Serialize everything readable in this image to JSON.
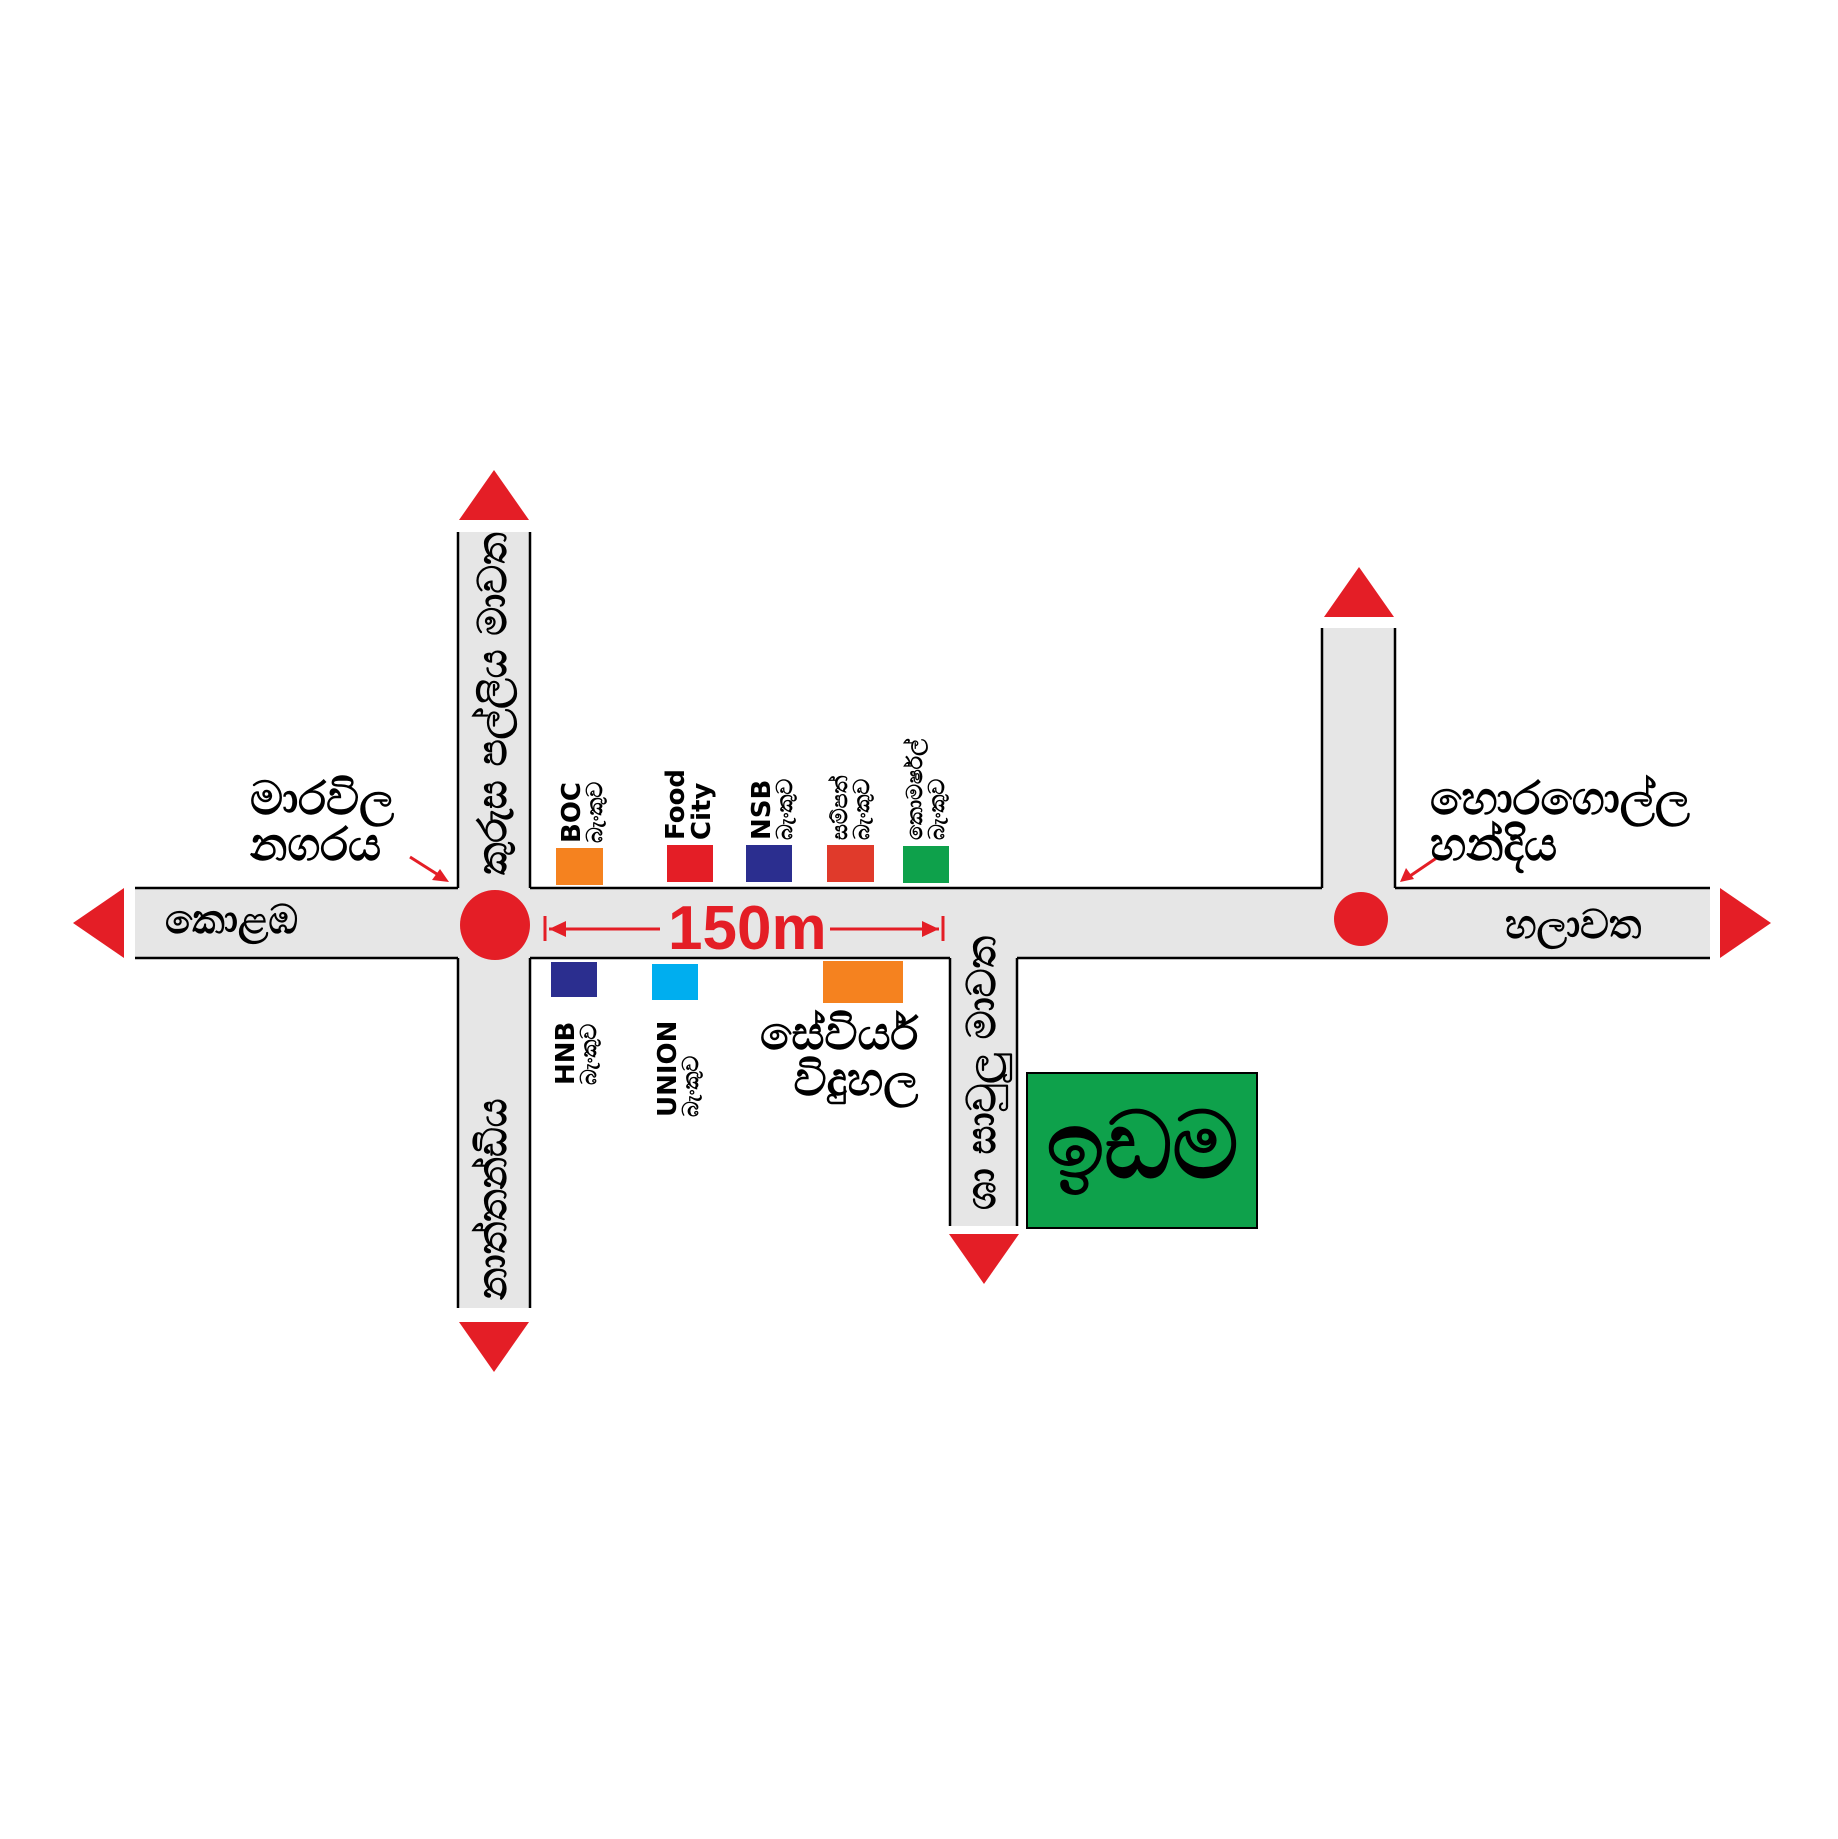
{
  "colors": {
    "road": "#e6e6e6",
    "road_edge": "#000000",
    "arrow": "#e41e26",
    "junction": "#e41e26",
    "site": "#0ea14b",
    "orange": "#f5821f",
    "red": "#e41e26",
    "navy": "#2b2e8f",
    "brick": "#e03a2b",
    "green": "#0ea14b",
    "sky": "#00aeef"
  },
  "roads": {
    "west": "කොළඹ",
    "east": "හලාවත",
    "north": "කුරුස පල්ලිය මාවත",
    "south": "නාත්තන්ඩිය",
    "side": "ශා සාවුලු මාවත"
  },
  "places": {
    "marawila": [
      "මාරවිල",
      "නගරය"
    ],
    "horagolla": [
      "හොරගොල්ල",
      "හන්දිය"
    ],
    "school": [
      "සේවියර්",
      "විදුහල"
    ]
  },
  "banks_north": [
    {
      "name": "BOC",
      "sub": "බැංකුව",
      "color": "orange"
    },
    {
      "name": "Food",
      "sub": "City",
      "color": "red"
    },
    {
      "name": "NSB",
      "sub": "බැංකුව",
      "color": "navy"
    },
    {
      "name": "සම්පත්",
      "sub": "බැංකුව",
      "color": "brick"
    },
    {
      "name": "කොමර්ෂල්",
      "sub": "බැංකුව",
      "color": "green"
    }
  ],
  "banks_south": [
    {
      "name": "HNB",
      "sub": "බැංකුව",
      "color": "navy"
    },
    {
      "name": "UNION",
      "sub": "බැංකුව",
      "color": "sky"
    }
  ],
  "distance": "150m",
  "site_label": "ඉඩම"
}
